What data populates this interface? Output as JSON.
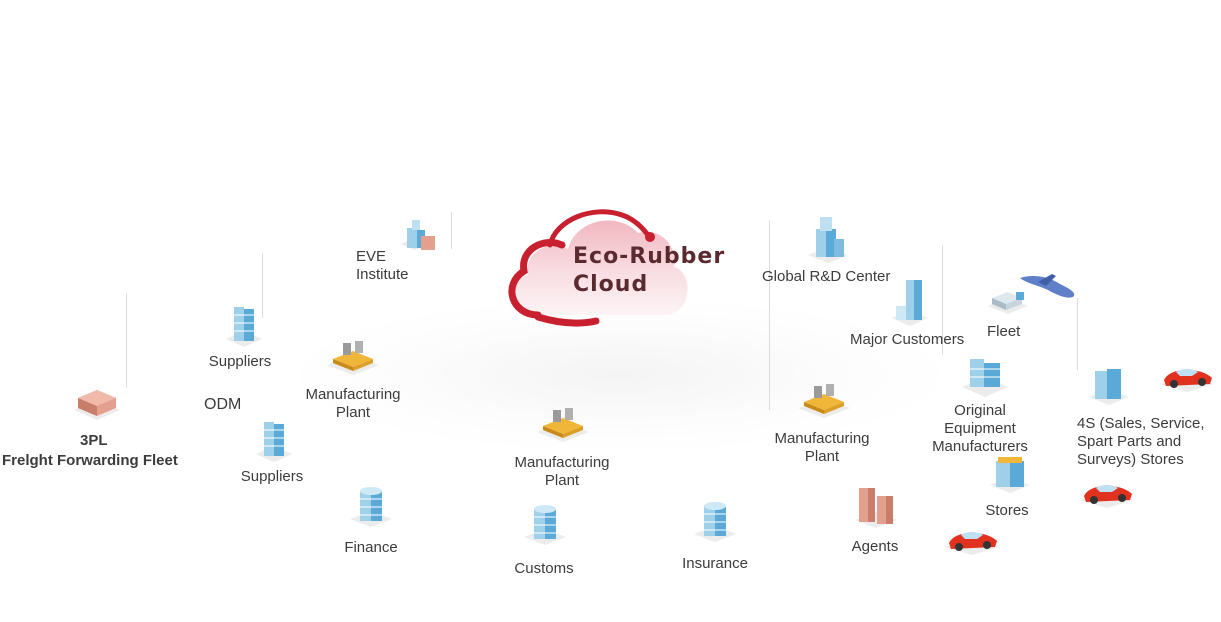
{
  "cloud": {
    "title": "Eco-Rubber\nCloud",
    "icon": "cloud-icon",
    "accent": "#c8202e"
  },
  "nodes": {
    "eve_institute": "EVE\nInstitute",
    "suppliers_top": "Suppliers",
    "odm": "ODM",
    "suppliers_bottom": "Suppliers",
    "manufacturing_plant_left": "Manufacturing\nPlant",
    "manufacturing_plant_center": "Manufacturing\nPlant",
    "manufacturing_plant_right": "Manufacturing\nPlant",
    "third_pl": "3PL",
    "freight_forwarding": "Frelght Forwarding Fleet",
    "finance": "Finance",
    "customs": "Customs",
    "insurance": "Insurance",
    "agents": "Agents",
    "global_rd_center": "Global R&D Center",
    "major_customers": "Major Customers",
    "fleet": "Fleet",
    "oem": "Original\nEquipment\nManufacturers",
    "stores": "Stores",
    "four_s_stores": "4S (Sales, Service,\nSpart Parts and\nSurveys) Stores"
  },
  "colors": {
    "building_blue": "#5aa9d6",
    "building_pink": "#e4a08f",
    "factory_yellow": "#f0b63a",
    "car_red": "#e0321e",
    "line_gray": "#dcdcdc",
    "text": "#3c3c3c"
  }
}
